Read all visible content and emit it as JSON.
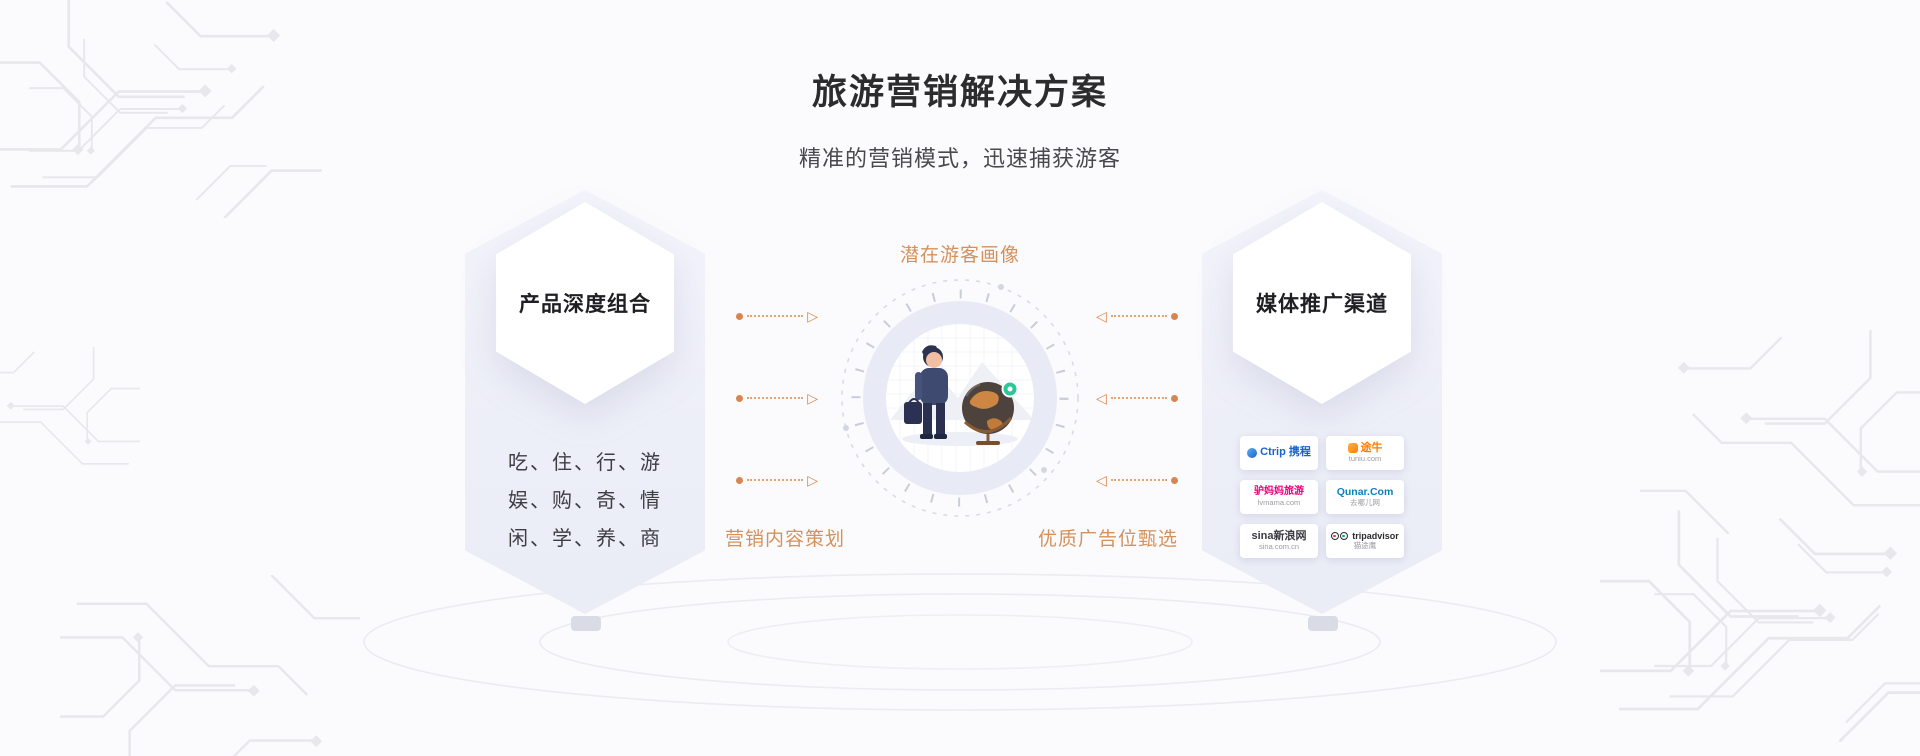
{
  "header": {
    "title": "旅游营销解决方案",
    "subtitle": "精准的营销模式，迅速捕获游客"
  },
  "left_card": {
    "title": "产品深度组合",
    "lines": [
      "吃、住、行、游",
      "娱、购、奇、情",
      "闲、学、养、商"
    ]
  },
  "diagram": {
    "top_label": "潜在游客画像",
    "bottom_left_label": "营销内容策划",
    "bottom_right_label": "优质广告位甄选"
  },
  "right_card": {
    "title": "媒体推广渠道",
    "logos": [
      {
        "id": "ctrip",
        "main": "Ctrip 携程",
        "sub": "",
        "color": "#1b63c8"
      },
      {
        "id": "tuniu",
        "main": "途牛",
        "sub": "tuniu.com",
        "color": "#ff7d00"
      },
      {
        "id": "lvmama",
        "main": "驴妈妈旅游",
        "sub": "lvmama.com",
        "color": "#e6007e"
      },
      {
        "id": "qunar",
        "main": "Qunar.Com",
        "sub": "去哪儿网",
        "color": "#0f7fb8"
      },
      {
        "id": "sina",
        "main": "sina新浪网",
        "sub": "sina.com.cn",
        "color": "#393940"
      },
      {
        "id": "tripadvisor",
        "main": "tripadvisor",
        "sub": "猫途鹰",
        "color": "#2b2b2b"
      }
    ]
  },
  "icons": {
    "arrow_right": "▷",
    "arrow_left": "◁"
  },
  "colors": {
    "accent_orange": "#d9854f",
    "label_orange": "#d5915c",
    "hex_fill": "#edeff8",
    "ring_fill": "#e8eaf6",
    "pin_green": "#2bc795",
    "background": "#fbfbfd"
  }
}
